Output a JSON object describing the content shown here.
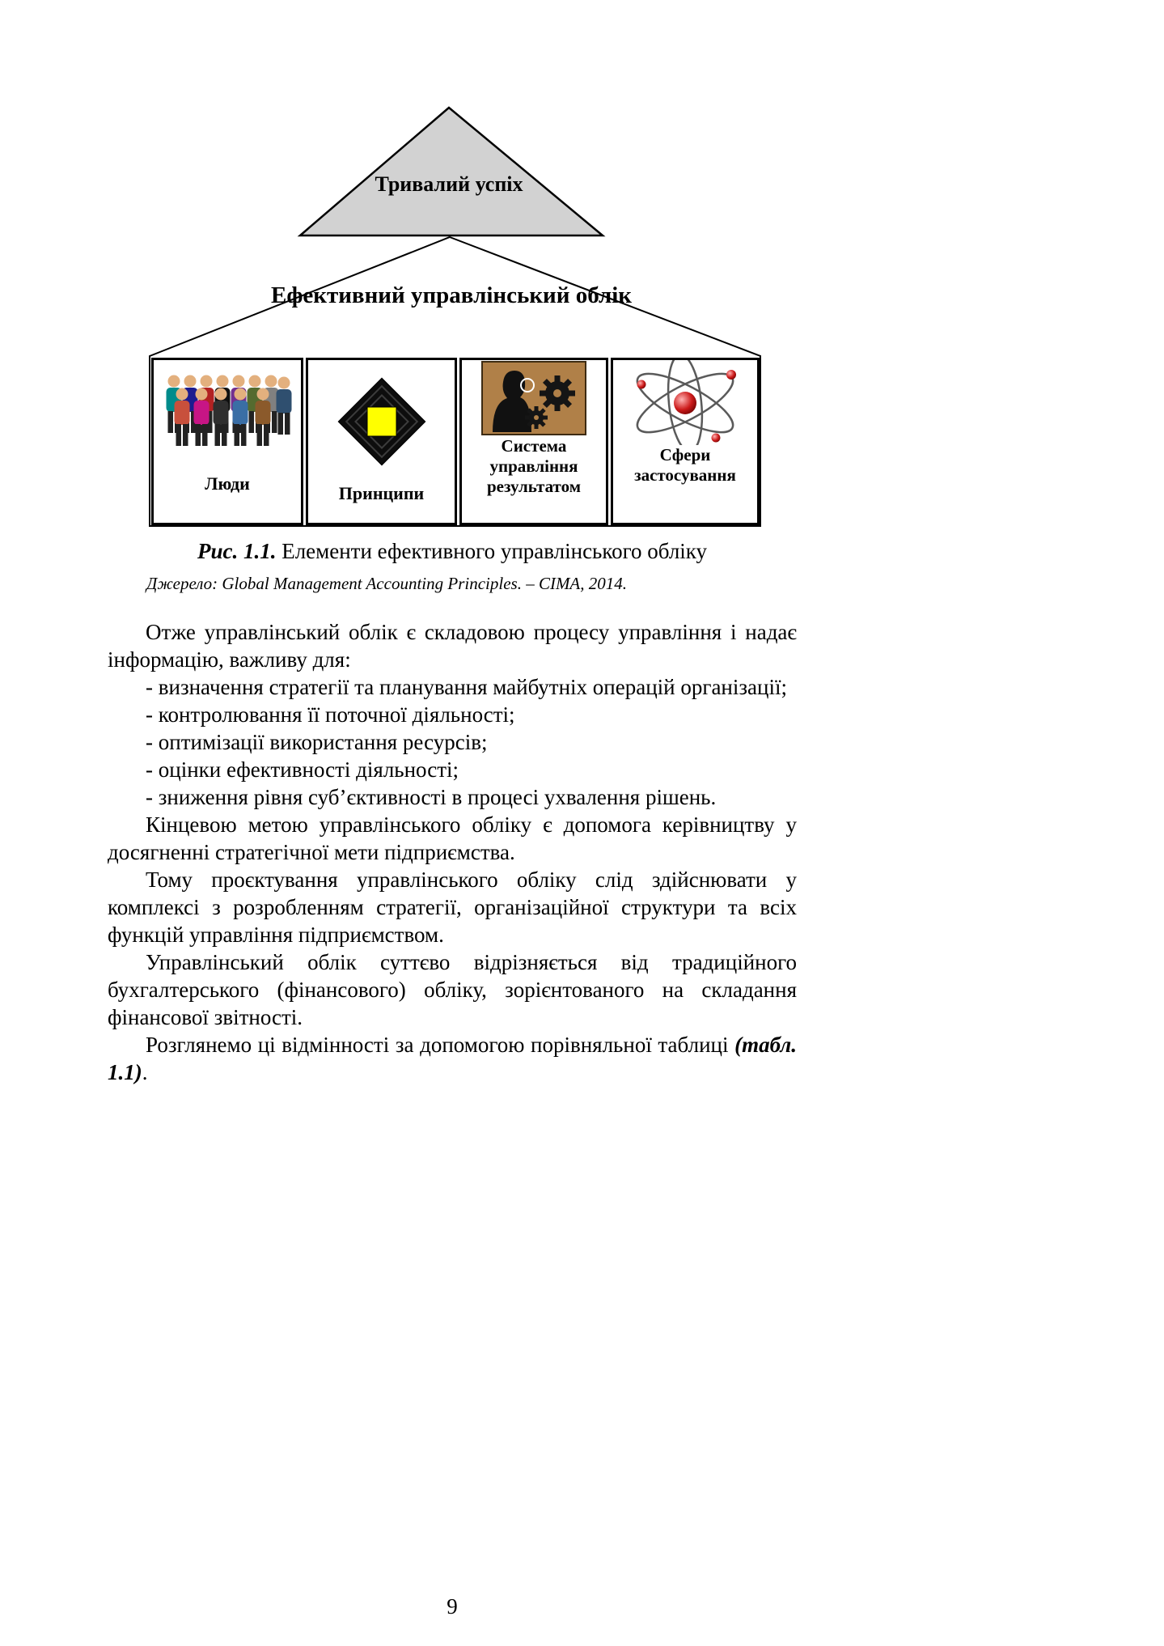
{
  "page": {
    "number": "9"
  },
  "diagram": {
    "roof_label": "Тривалий успіх",
    "house_label": "Ефективний управлінський облік",
    "boxes": [
      {
        "label": "Люди",
        "icon": "people-clipart-icon"
      },
      {
        "label": "Принципи",
        "icon": "diamond-principles-icon"
      },
      {
        "label": "Система управління результатом",
        "icon": "person-gears-icon"
      },
      {
        "label": "Сфери застосування",
        "icon": "atom-icon"
      }
    ],
    "colors": {
      "roof_gray": "#d2d2d2",
      "diamond_yellow": "#ffff00",
      "gears_background": "#b08048",
      "atom_red": "#cc1a1a"
    }
  },
  "caption": {
    "figure_label": "Рис. 1.1.",
    "figure_title": " Елементи ефективного управлінського обліку",
    "source": "Джерело: Global Management Accounting Principles. – CIMA, 2014."
  },
  "body": {
    "paragraphs": [
      {
        "text": "Отже управлінський облік є складовою процесу управління і надає інформацію, важливу для:"
      },
      {
        "text": "- визначення стратегії та планування майбутніх операцій організації;"
      },
      {
        "text": "- контролювання її поточної діяльності;"
      },
      {
        "text": "- оптимізації використання ресурсів;"
      },
      {
        "text": "- оцінки ефективності діяльності;"
      },
      {
        "text": "- зниження рівня суб’єктивності в процесі ухвалення рішень."
      },
      {
        "text": "Кінцевою метою управлінського обліку є допомога керівництву у досягненні стратегічної мети підприємства."
      },
      {
        "text": "Тому проєктування управлінського обліку слід здійснювати у комплексі з розробленням стратегії, організаційної структури та всіх функцій управління підприємством."
      },
      {
        "text": "Управлінський облік суттєво відрізняється від традиційного бухгалтерського (фінансового) обліку, зорієнтованого на складання фінансової звітності."
      },
      {
        "text": "Розглянемо ці відмінності за допомогою порівняльної таблиці ",
        "emphasis": "(табл. 1.1)",
        "tail": "."
      }
    ]
  }
}
